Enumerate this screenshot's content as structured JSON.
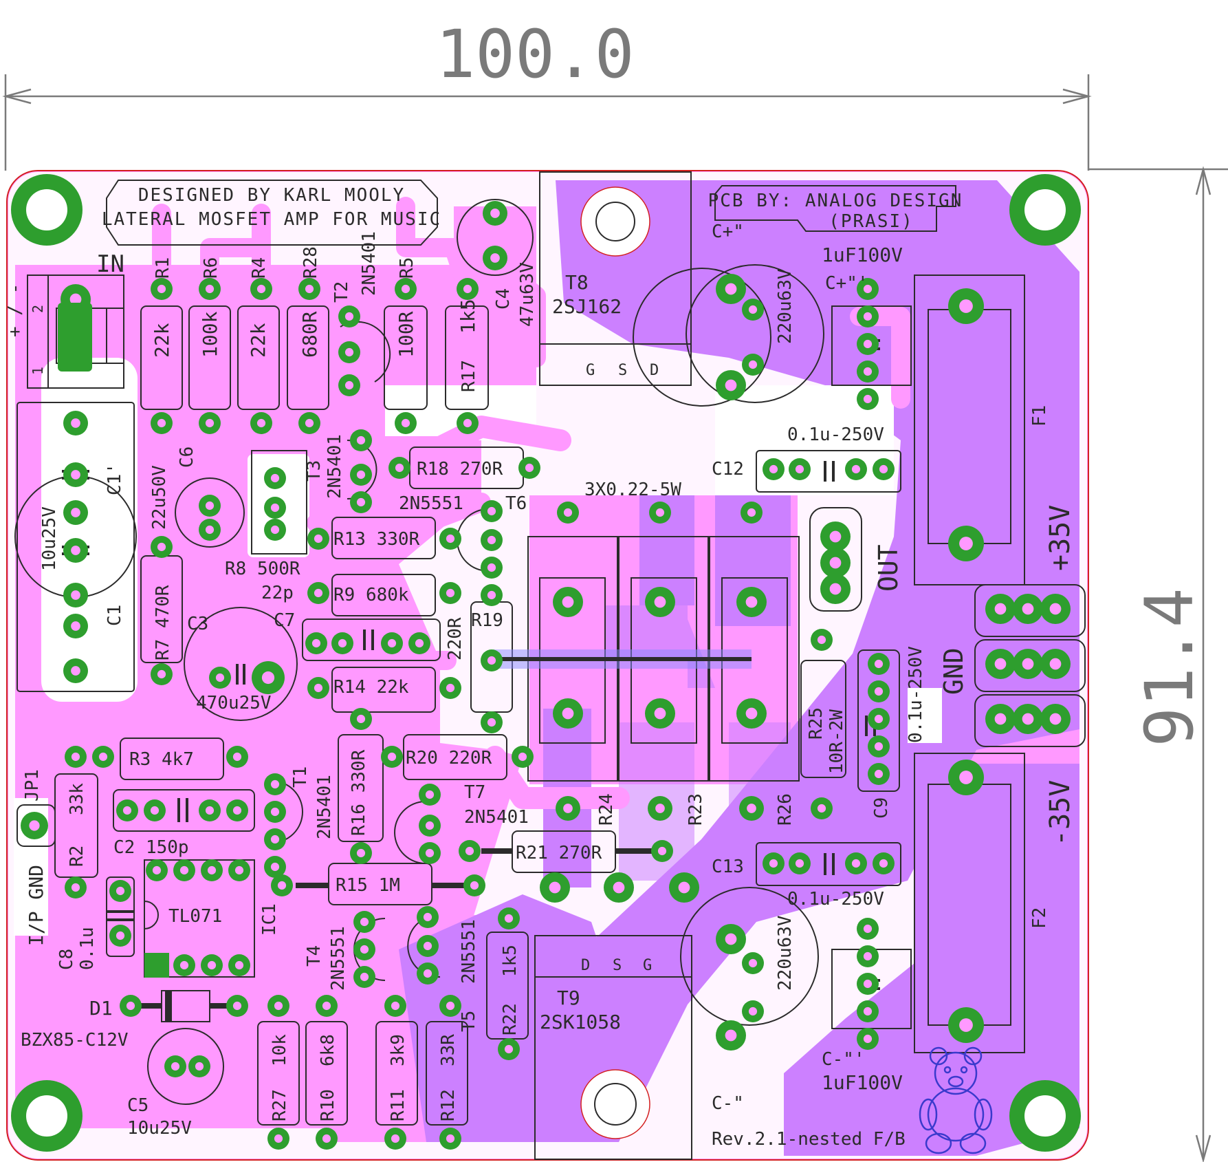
{
  "colors": {
    "board_fill": "#ff99ff",
    "copper_pour": "#cc80ff",
    "pad": "#2e9e2e",
    "silk": "#2b2b2b",
    "dimension": "#7a7a7a",
    "outline": "#d32020",
    "teddy": "#3a3acc"
  },
  "dimensions": {
    "width": "100.0",
    "height": "91.4"
  },
  "title_box": {
    "line1": "DESIGNED BY KARL MOOLY",
    "line2": "LATERAL MOSFET AMP FOR MUSIC"
  },
  "pcb_by": {
    "line1": "PCB BY: ANALOG DESIGN",
    "line2": "(PRASI)"
  },
  "revision": "Rev.2.1-nested F/B",
  "labels": [
    {
      "id": "in",
      "text": "IN"
    },
    {
      "id": "plus-minus",
      "text": "+ / -"
    },
    {
      "id": "r1",
      "text": "R1"
    },
    {
      "id": "r6",
      "text": "R6"
    },
    {
      "id": "r4",
      "text": "R4"
    },
    {
      "id": "r28",
      "text": "R28"
    },
    {
      "id": "r5",
      "text": "R5"
    },
    {
      "id": "v22k-a",
      "text": "22k"
    },
    {
      "id": "v100k",
      "text": "100k"
    },
    {
      "id": "v22k-b",
      "text": "22k"
    },
    {
      "id": "v680r",
      "text": "680R"
    },
    {
      "id": "v100r",
      "text": "100R"
    },
    {
      "id": "v1k5-a",
      "text": "1k5"
    },
    {
      "id": "r17",
      "text": "R17"
    },
    {
      "id": "t2",
      "text": "T2"
    },
    {
      "id": "t2-part",
      "text": "2N5401"
    },
    {
      "id": "c4",
      "text": "C4"
    },
    {
      "id": "c4-val",
      "text": "47u63V"
    },
    {
      "id": "t8",
      "text": "T8"
    },
    {
      "id": "t8-part",
      "text": "2SJ162"
    },
    {
      "id": "gsd-g",
      "text": "G"
    },
    {
      "id": "gsd-s",
      "text": "S"
    },
    {
      "id": "gsd-d",
      "text": "D"
    },
    {
      "id": "cplus2",
      "text": "C+\""
    },
    {
      "id": "cplus3",
      "text": "C+\"'"
    },
    {
      "id": "1uf100v-top",
      "text": "1uF100V"
    },
    {
      "id": "220u63v-top",
      "text": "220u63V"
    },
    {
      "id": "01u250v-a",
      "text": "0.1u-250V"
    },
    {
      "id": "c12",
      "text": "C12"
    },
    {
      "id": "3x022",
      "text": "3X0.22-5W"
    },
    {
      "id": "f1",
      "text": "F1"
    },
    {
      "id": "plus35v",
      "text": "+35V"
    },
    {
      "id": "out",
      "text": "OUT"
    },
    {
      "id": "gnd",
      "text": "GND"
    },
    {
      "id": "minus35v",
      "text": "-35V"
    },
    {
      "id": "c1p",
      "text": "C1'"
    },
    {
      "id": "c6-val",
      "text": "22u50V"
    },
    {
      "id": "c6",
      "text": "C6"
    },
    {
      "id": "t3",
      "text": "T3"
    },
    {
      "id": "t3-part",
      "text": "2N5401"
    },
    {
      "id": "r18",
      "text": "R18 270R"
    },
    {
      "id": "t6-part",
      "text": "2N5551"
    },
    {
      "id": "t6",
      "text": "T6"
    },
    {
      "id": "r13",
      "text": "R13 330R"
    },
    {
      "id": "r8",
      "text": "R8 500R"
    },
    {
      "id": "c1-val",
      "text": "10u25V"
    },
    {
      "id": "c1",
      "text": "C1"
    },
    {
      "id": "r7",
      "text": "R7 470R"
    },
    {
      "id": "c3",
      "text": "C3"
    },
    {
      "id": "c7-val",
      "text": "22p"
    },
    {
      "id": "c7",
      "text": "C7"
    },
    {
      "id": "r9",
      "text": "R9 680k"
    },
    {
      "id": "r19-val",
      "text": "220R"
    },
    {
      "id": "r19",
      "text": "R19"
    },
    {
      "id": "c3-val",
      "text": "470u25V"
    },
    {
      "id": "r14",
      "text": "R14  22k"
    },
    {
      "id": "r25",
      "text": "R25"
    },
    {
      "id": "r25-val",
      "text": "10R-2W"
    },
    {
      "id": "01u250v-b",
      "text": "0.1u-250V"
    },
    {
      "id": "c9",
      "text": "C9"
    },
    {
      "id": "r3",
      "text": "R3  4k7"
    },
    {
      "id": "r16",
      "text": "R16 330R"
    },
    {
      "id": "r20",
      "text": "R20 220R"
    },
    {
      "id": "jp1",
      "text": "JP1"
    },
    {
      "id": "r2-val",
      "text": "33k"
    },
    {
      "id": "r2",
      "text": "R2"
    },
    {
      "id": "t1",
      "text": "T1"
    },
    {
      "id": "t1-part",
      "text": "2N5401"
    },
    {
      "id": "t7",
      "text": "T7"
    },
    {
      "id": "t7-part",
      "text": "2N5401"
    },
    {
      "id": "r24",
      "text": "R24"
    },
    {
      "id": "r23",
      "text": "R23"
    },
    {
      "id": "r26",
      "text": "R26"
    },
    {
      "id": "c2",
      "text": "C2 150p"
    },
    {
      "id": "r21",
      "text": "R21 270R"
    },
    {
      "id": "c13",
      "text": "C13"
    },
    {
      "id": "01u250v-c",
      "text": "0.1u-250V"
    },
    {
      "id": "ipgnd",
      "text": "I/P GND"
    },
    {
      "id": "tl071",
      "text": "TL071"
    },
    {
      "id": "ic1",
      "text": "IC1"
    },
    {
      "id": "r15",
      "text": "R15    1M"
    },
    {
      "id": "c8",
      "text": "C8"
    },
    {
      "id": "c8-val",
      "text": "0.1u"
    },
    {
      "id": "t4",
      "text": "T4"
    },
    {
      "id": "t4-part",
      "text": "2N5551"
    },
    {
      "id": "t5",
      "text": "T5"
    },
    {
      "id": "t5-part",
      "text": "2N5551"
    },
    {
      "id": "v1k5-b",
      "text": "1k5"
    },
    {
      "id": "r22",
      "text": "R22"
    },
    {
      "id": "t9",
      "text": "T9"
    },
    {
      "id": "t9-part",
      "text": "2SK1058"
    },
    {
      "id": "dsg-d",
      "text": "D"
    },
    {
      "id": "dsg-s",
      "text": "S"
    },
    {
      "id": "dsg-g",
      "text": "G"
    },
    {
      "id": "220u63v-bot",
      "text": "220u63V"
    },
    {
      "id": "f2",
      "text": "F2"
    },
    {
      "id": "d1",
      "text": "D1"
    },
    {
      "id": "bzx",
      "text": "BZX85-C12V"
    },
    {
      "id": "v10k",
      "text": "10k"
    },
    {
      "id": "v6k8",
      "text": "6k8"
    },
    {
      "id": "v3k9",
      "text": "3k9"
    },
    {
      "id": "v33r",
      "text": "33R"
    },
    {
      "id": "r27",
      "text": "R27"
    },
    {
      "id": "r10",
      "text": "R10"
    },
    {
      "id": "r11",
      "text": "R11"
    },
    {
      "id": "r12",
      "text": "R12"
    },
    {
      "id": "c5",
      "text": "C5"
    },
    {
      "id": "c5-val",
      "text": "10u25V"
    },
    {
      "id": "cminus3",
      "text": "C-\"'"
    },
    {
      "id": "1uf100v-bot",
      "text": "1uF100V"
    },
    {
      "id": "cminus2",
      "text": "C-\""
    },
    {
      "id": "pin1",
      "text": "1"
    },
    {
      "id": "pin2",
      "text": "2"
    }
  ]
}
